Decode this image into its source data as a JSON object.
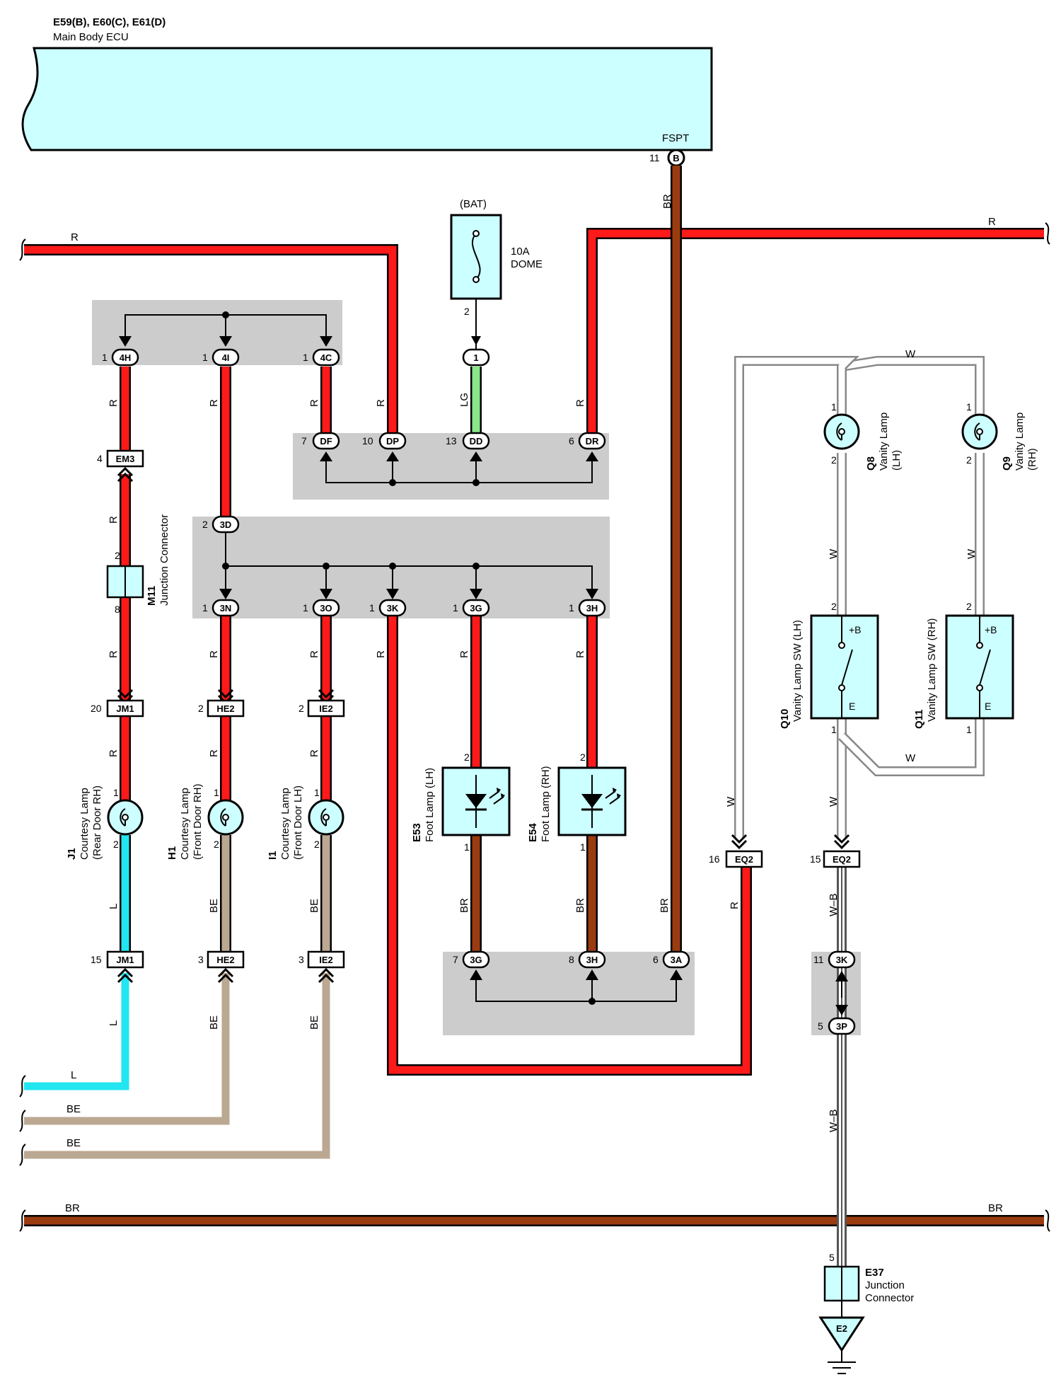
{
  "ecu": {
    "code": "E59(B), E60(C), E61(D)",
    "name": "Main Body ECU",
    "terminal": "FSPT",
    "pin": "11",
    "conn": "B"
  },
  "fuse": {
    "source": "(BAT)",
    "rating": "10A",
    "name": "DOME",
    "pin": "2",
    "conn": "1"
  },
  "colors": {
    "R": "#ff1a1a",
    "BR": "#9a3c10",
    "LG": "#8ae68a",
    "L": "#22e6f0",
    "BE": "#bba892",
    "W": "#ffffff",
    "ecu_fill": "#ccffff",
    "junction_bg": "#cccccc"
  },
  "wire_labels": {
    "R": "R",
    "BR": "BR",
    "LG": "LG",
    "L": "L",
    "BE": "BE",
    "W": "W",
    "WB": "W–B"
  },
  "j_top": {
    "c1": {
      "pin": "1",
      "label": "4H"
    },
    "c2": {
      "pin": "1",
      "label": "4I"
    },
    "c3": {
      "pin": "1",
      "label": "4C"
    }
  },
  "j_mid": {
    "c1": {
      "pin": "7",
      "label": "DF"
    },
    "c2": {
      "pin": "10",
      "label": "DP"
    },
    "c3": {
      "pin": "13",
      "label": "DD"
    },
    "c4": {
      "pin": "6",
      "label": "DR"
    }
  },
  "j_3d": {
    "pin": "2",
    "label": "3D"
  },
  "j_low": {
    "c1": {
      "pin": "1",
      "label": "3N"
    },
    "c2": {
      "pin": "1",
      "label": "3O"
    },
    "c3": {
      "pin": "1",
      "label": "3K"
    },
    "c4": {
      "pin": "1",
      "label": "3G"
    },
    "c5": {
      "pin": "1",
      "label": "3H"
    }
  },
  "j_bot": {
    "c1": {
      "pin": "7",
      "label": "3G"
    },
    "c2": {
      "pin": "8",
      "label": "3H"
    },
    "c3": {
      "pin": "6",
      "label": "3A"
    }
  },
  "j_right": {
    "c1": {
      "pin": "11",
      "label": "3K"
    },
    "c2": {
      "pin": "5",
      "label": "3P"
    }
  },
  "em3": {
    "pin": "4",
    "label": "EM3"
  },
  "m11": {
    "code": "M11",
    "name": "Junction Connector",
    "pin_top": "2",
    "pin_bot": "8"
  },
  "inline": {
    "jm1a": {
      "pin": "20",
      "label": "JM1"
    },
    "he2a": {
      "pin": "2",
      "label": "HE2"
    },
    "ie2a": {
      "pin": "2",
      "label": "IE2"
    },
    "jm1b": {
      "pin": "15",
      "label": "JM1"
    },
    "he2b": {
      "pin": "3",
      "label": "HE2"
    },
    "ie2b": {
      "pin": "3",
      "label": "IE2"
    },
    "eq2a": {
      "pin": "16",
      "label": "EQ2"
    },
    "eq2b": {
      "pin": "15",
      "label": "EQ2"
    }
  },
  "courtesy": {
    "j1": {
      "code": "J1",
      "name": "Courtesy Lamp",
      "loc": "(Rear Door RH)",
      "pin1": "1",
      "pin2": "2"
    },
    "h1": {
      "code": "H1",
      "name": "Courtesy Lamp",
      "loc": "(Front Door RH)",
      "pin1": "1",
      "pin2": "2"
    },
    "i1": {
      "code": "I1",
      "name": "Courtesy Lamp",
      "loc": "(Front Door LH)",
      "pin1": "1",
      "pin2": "2"
    }
  },
  "foot": {
    "e53": {
      "code": "E53",
      "name": "Foot Lamp (LH)",
      "pin1": "2",
      "pin2": "1"
    },
    "e54": {
      "code": "E54",
      "name": "Foot Lamp (RH)",
      "pin1": "2",
      "pin2": "1"
    }
  },
  "vanity": {
    "q8": {
      "code": "Q8",
      "name": "Vanity Lamp",
      "side": "(LH)",
      "pin1": "1",
      "pin2": "2"
    },
    "q9": {
      "code": "Q9",
      "name": "Vanity Lamp",
      "side": "(RH)",
      "pin1": "1",
      "pin2": "2"
    }
  },
  "switch": {
    "q10": {
      "code": "Q10",
      "name": "Vanity Lamp SW (LH)",
      "pin_top": "2",
      "pin_bot": "1",
      "plus": "+B",
      "e": "E"
    },
    "q11": {
      "code": "Q11",
      "name": "Vanity Lamp SW (RH)",
      "pin_top": "2",
      "pin_bot": "1",
      "plus": "+B",
      "e": "E"
    }
  },
  "e37": {
    "code": "E37",
    "name1": "Junction",
    "name2": "Connector",
    "pin": "5"
  },
  "ground": {
    "label": "E2"
  }
}
